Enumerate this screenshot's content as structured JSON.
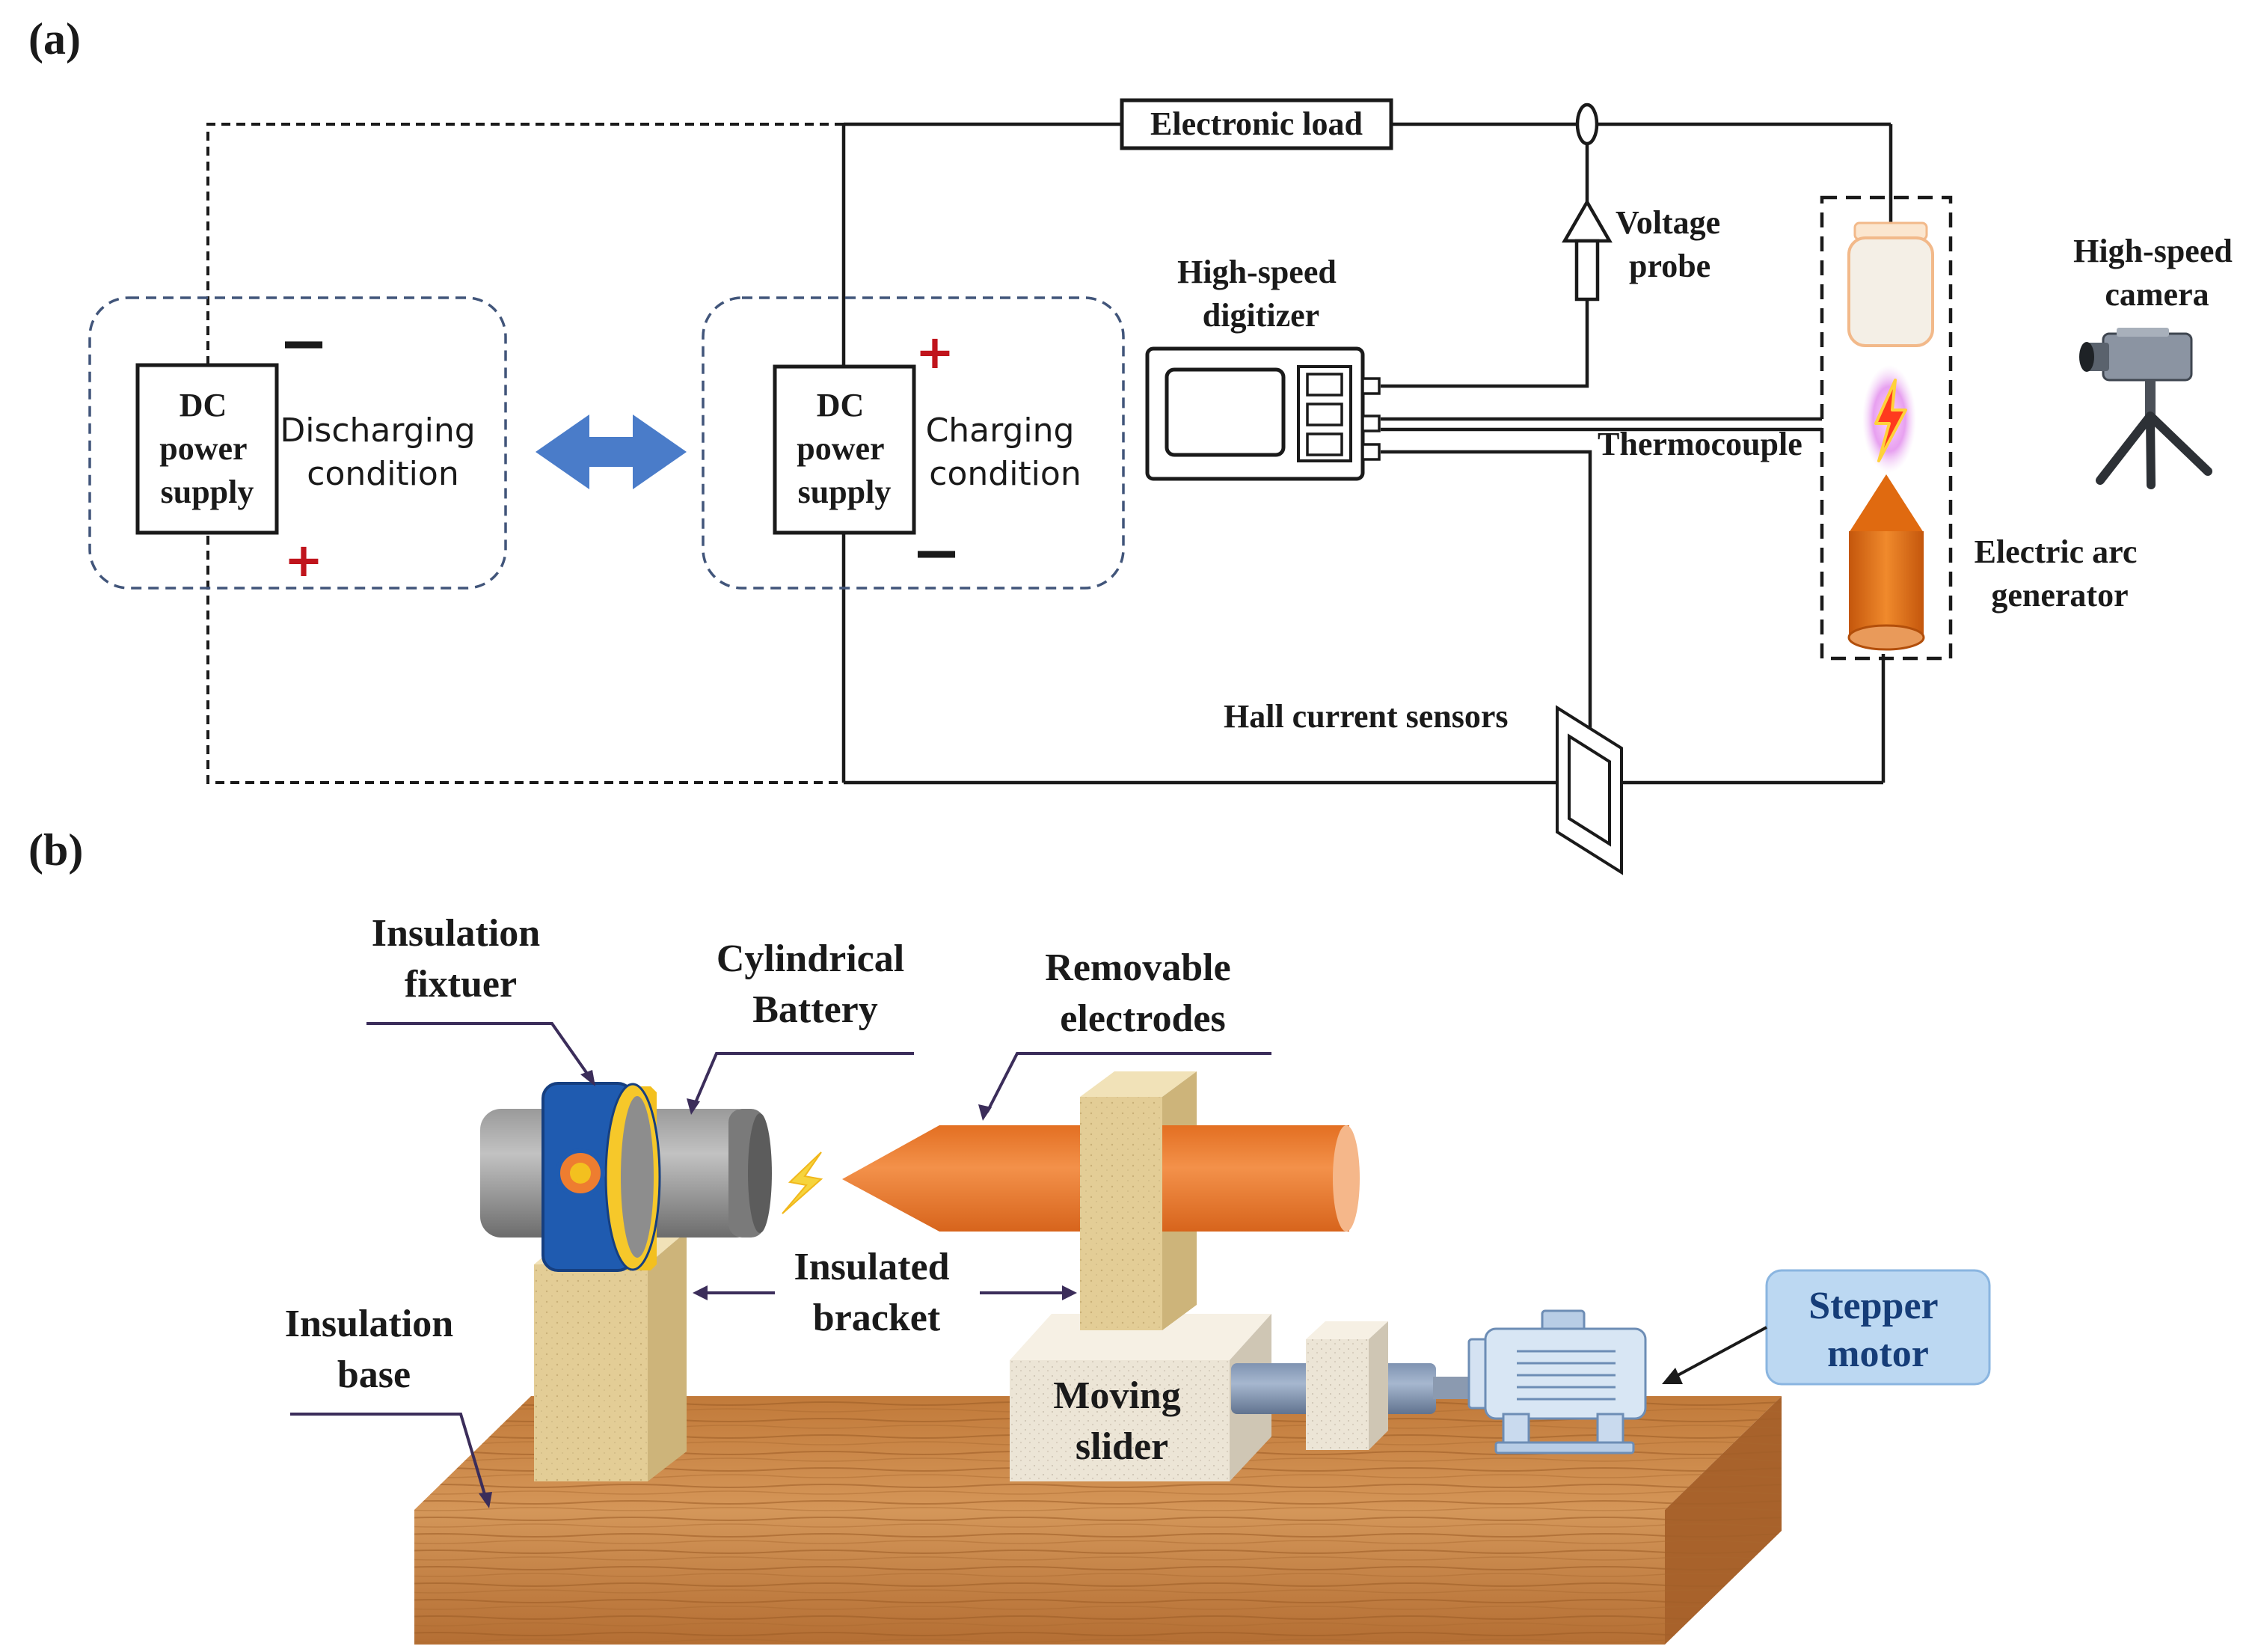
{
  "panel_a": {
    "label": "(a)",
    "discharging": {
      "box_label": [
        "DC",
        "power",
        "supply"
      ],
      "condition": [
        "Discharging",
        "condition"
      ],
      "top_terminal": "−",
      "bottom_terminal": "+"
    },
    "charging": {
      "box_label": [
        "DC",
        "power",
        "supply"
      ],
      "condition": [
        "Charging",
        "condition"
      ],
      "top_terminal": "+",
      "bottom_terminal": "−"
    },
    "electronic_load": "Electronic load",
    "voltage_probe": [
      "Voltage",
      "probe"
    ],
    "digitizer": [
      "High-speed",
      "digitizer"
    ],
    "thermocouple": "Thermocouple",
    "hall_sensors": "Hall current sensors",
    "arc_generator": [
      "Electric arc",
      "generator"
    ],
    "camera": [
      "High-speed",
      "camera"
    ]
  },
  "panel_b": {
    "label": "(b)",
    "insulation_fixture": [
      "Insulation",
      "fixtuer"
    ],
    "cylindrical_battery": [
      "Cylindrical",
      "Battery"
    ],
    "removable_electrodes": [
      "Removable",
      "electrodes"
    ],
    "insulated_bracket": [
      "Insulated",
      "bracket"
    ],
    "insulation_base": [
      "Insulation",
      "base"
    ],
    "moving_slider": [
      "Moving",
      "slider"
    ],
    "stepper_motor": [
      "Stepper",
      "motor"
    ]
  },
  "colors": {
    "region_outline": "#41557a",
    "arrow_blue": "#4a7cc9",
    "terminal_red": "#c0141c",
    "electrode_orange": "#ee7d30",
    "arc_orange": "#e06a10",
    "fixture_blue": "#1f5bb0",
    "wood": "#c4803f",
    "bracket_tan": "#e4cf9a",
    "stepper_box": "#bcd8f2",
    "stepper_text": "#163d78"
  }
}
